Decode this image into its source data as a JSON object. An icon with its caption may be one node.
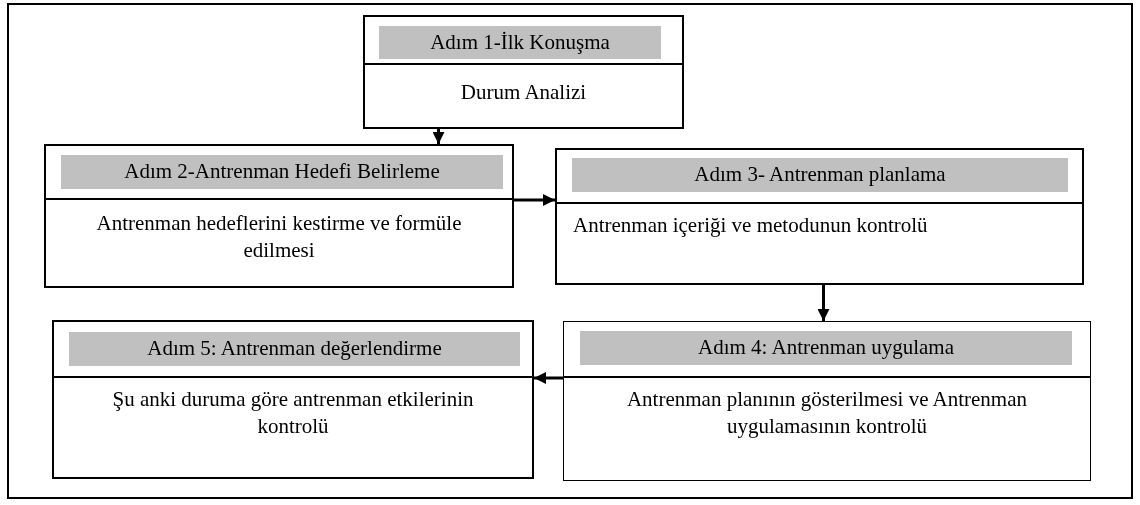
{
  "diagram": {
    "nodes": [
      {
        "text": [
          "Adım 1-İlk Konuşma",
          "Durum Analizi"
        ]
      },
      {
        "text": [
          "Adım 2-Antrenman Hedefi Belirleme",
          "Antrenman hedeflerini kestirme ve formüle edilmesi"
        ]
      },
      {
        "text": [
          "Adım 3- Antrenman planlama",
          "Antrenman içeriği ve metodunun kontrolü"
        ]
      },
      {
        "text": [
          "Adım 4: Antrenman uygulama",
          "Antrenman planının gösterilmesi ve Antrenman uygulamasının kontrolü"
        ]
      },
      {
        "text": [
          "Adım 5: Antrenman değerlendirme",
          "Şu anki duruma göre antrenman etkilerinin kontrolü"
        ]
      }
    ],
    "edges": [
      {
        "from": 0,
        "to": 1,
        "arrow": "to"
      },
      {
        "from": 1,
        "to": 2,
        "arrow": "to"
      },
      {
        "from": 2,
        "to": 3,
        "arrow": "to"
      },
      {
        "from": 3,
        "to": 4,
        "arrow": "to"
      }
    ]
  }
}
